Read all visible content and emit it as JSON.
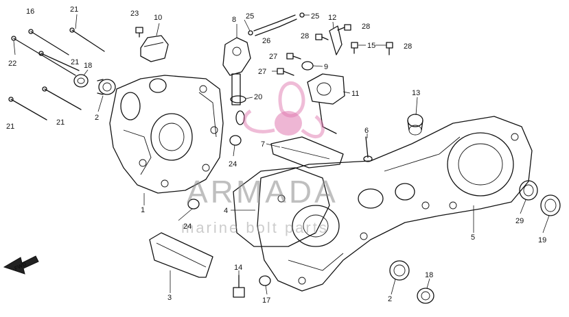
{
  "callouts": [
    "1",
    "2",
    "2",
    "3",
    "4",
    "5",
    "6",
    "7",
    "8",
    "9",
    "10",
    "11",
    "12",
    "13",
    "14",
    "15",
    "16",
    "17",
    "18",
    "18",
    "19",
    "20",
    "21",
    "21",
    "21",
    "21",
    "22",
    "23",
    "24",
    "24",
    "25",
    "25",
    "26",
    "27",
    "27",
    "28",
    "28",
    "28",
    "29"
  ],
  "direction": "FWD",
  "watermark": {
    "title": "ARMADA",
    "subtitle": "marine bolt parts",
    "logo_color": "#e07ab0"
  }
}
